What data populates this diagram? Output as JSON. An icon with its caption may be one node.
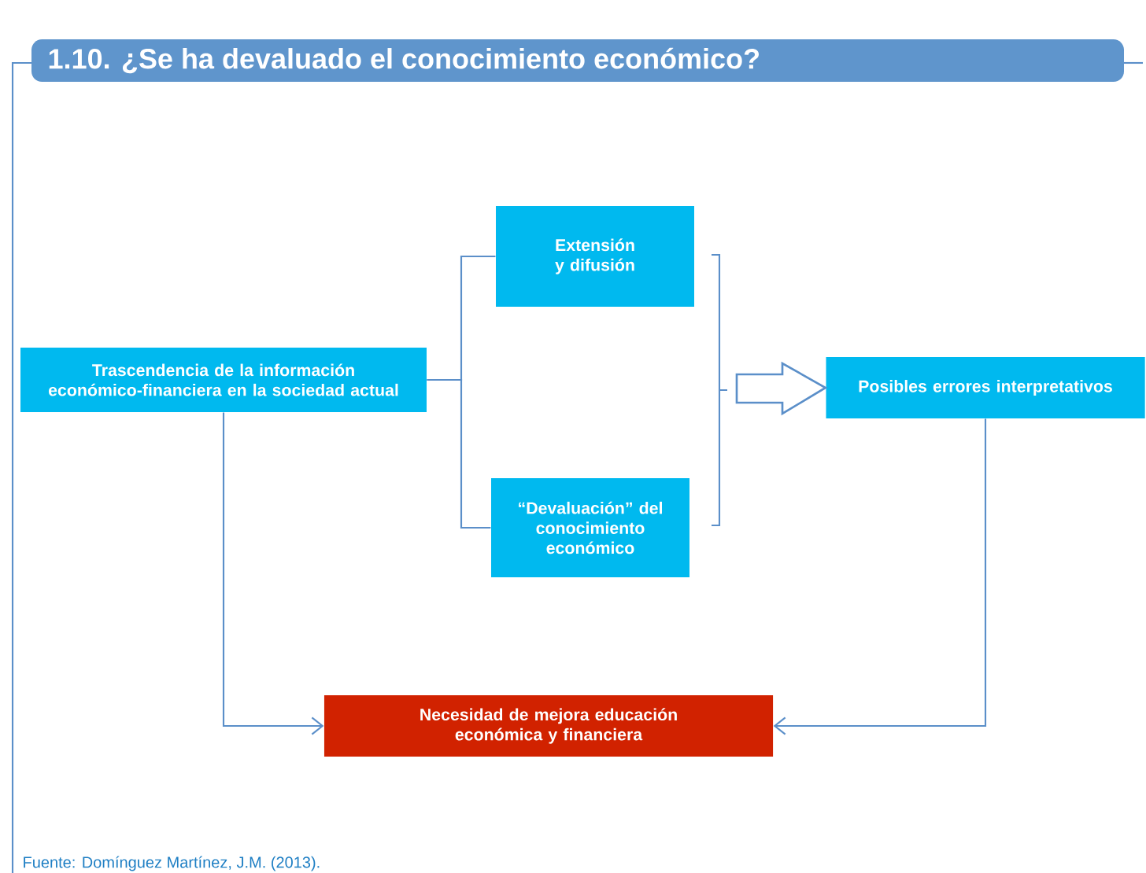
{
  "diagram": {
    "title": "1.10. ¿Se ha devaluado el conocimiento económico?",
    "caption": "Fuente: Domínguez Martínez, J.M. (2013).",
    "nodes": [
      {
        "text": [
          "Trascendencia de la información económico-financiera en la sociedad actual"
        ]
      },
      {
        "text": [
          "Extensión y difusión"
        ]
      },
      {
        "text": [
          "“Devaluación” del conocimiento económico"
        ]
      },
      {
        "text": [
          "Posibles errores interpretativos"
        ]
      },
      {
        "text": [
          "Necesidad de mejora educación económica y financiera"
        ]
      }
    ],
    "edges": [
      {
        "from": 0,
        "to": 1,
        "arrow": "none"
      },
      {
        "from": 0,
        "to": 2,
        "arrow": "none"
      },
      {
        "from": null,
        "to": 3,
        "arrow": "to",
        "style": "thick"
      },
      {
        "from": 0,
        "to": 4,
        "arrow": "to"
      },
      {
        "from": 3,
        "to": 4,
        "arrow": "to"
      }
    ]
  }
}
